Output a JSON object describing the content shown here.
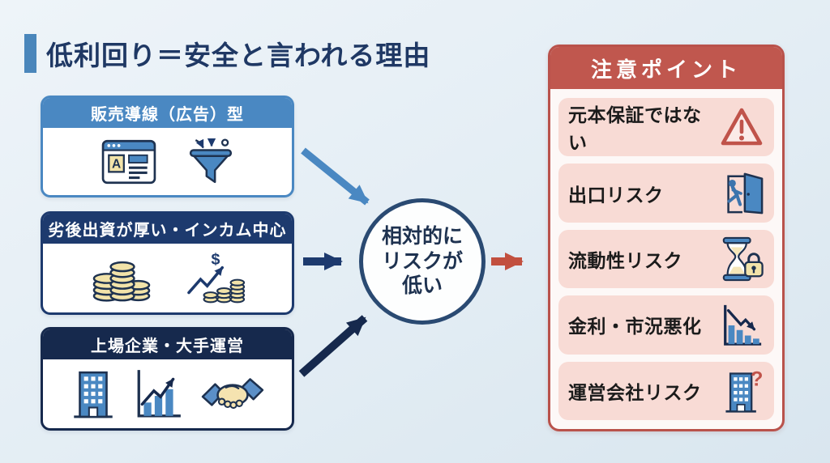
{
  "page": {
    "title": "低利回り＝安全と言われる理由"
  },
  "reasons": [
    {
      "label": "販売導線（広告）型",
      "icons": [
        "ad-browser-icon",
        "funnel-icon"
      ]
    },
    {
      "label": "劣後出資が厚い・インカム中心",
      "icons": [
        "coin-stacks-icon",
        "income-growth-icon"
      ]
    },
    {
      "label": "上場企業・大手運営",
      "icons": [
        "building-icon",
        "growth-chart-icon",
        "handshake-icon"
      ]
    }
  ],
  "conclusion": {
    "lines": [
      "相対的に",
      "リスクが",
      "低い"
    ]
  },
  "cautions": {
    "header": "注意ポイント",
    "items": [
      {
        "label": "元本保証ではない",
        "icon": "warning-triangle-icon"
      },
      {
        "label": "出口リスク",
        "icon": "exit-door-icon"
      },
      {
        "label": "流動性リスク",
        "icon": "hourglass-lock-icon"
      },
      {
        "label": "金利・市況悪化",
        "icon": "declining-chart-icon"
      },
      {
        "label": "運営会社リスク",
        "icon": "company-question-icon"
      }
    ]
  },
  "colors": {
    "background": "#e3edf4",
    "title_navy": "#1f3864",
    "blue": "#4a88c2",
    "navy": "#1d3a6e",
    "dark_navy": "#16294d",
    "outline_navy": "#1e3250",
    "red": "#c0574e",
    "item_pink": "#f8dbd5",
    "coin_yellow": "#f2e3a9"
  }
}
